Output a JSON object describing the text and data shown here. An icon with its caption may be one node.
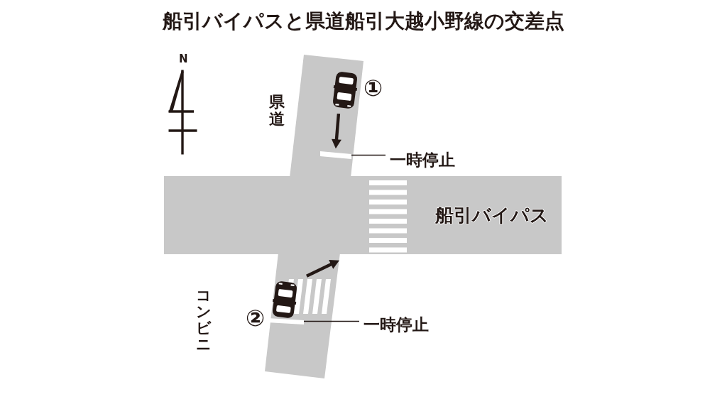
{
  "diagram": {
    "title": "船引バイパスと県道船引大越小野線の交差点",
    "nodes": [
      {
        "text": [
          "一時停止"
        ]
      },
      {
        "text": [],
        "shape": "bar"
      },
      {
        "text": [
          "船引バイパス"
        ]
      },
      {
        "text": [
          "一時停止"
        ]
      },
      {
        "text": [],
        "shape": "bar"
      }
    ],
    "edges": [
      {
        "from": 0,
        "to": 1,
        "arrow": "none"
      },
      {
        "from": 3,
        "to": 4,
        "arrow": "none"
      }
    ],
    "labels": [
      "N",
      "①",
      "県道",
      "コンビニ",
      "②"
    ]
  }
}
